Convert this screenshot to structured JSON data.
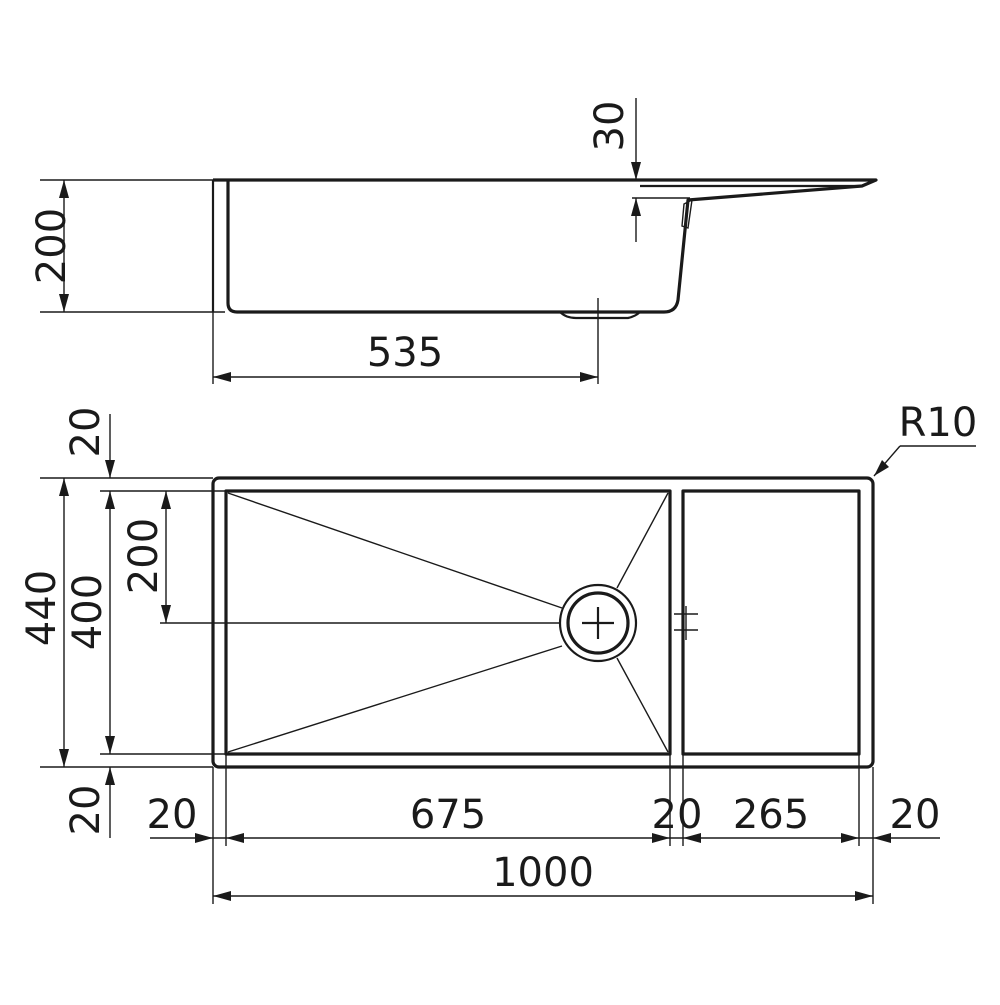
{
  "side_view": {
    "dim_height": "200",
    "dim_ledge": "30",
    "dim_length": "535"
  },
  "top_view": {
    "dim_radius": "R10",
    "dim_top_rim": "20",
    "dim_total_depth": "440",
    "dim_inner_depth": "400",
    "dim_drain_offset": "200",
    "dim_bottom_rim": "20",
    "dim_left_rim": "20",
    "dim_main_bowl": "675",
    "dim_divider": "20",
    "dim_side_bowl": "265",
    "dim_right_rim": "20",
    "dim_total_width": "1000"
  }
}
